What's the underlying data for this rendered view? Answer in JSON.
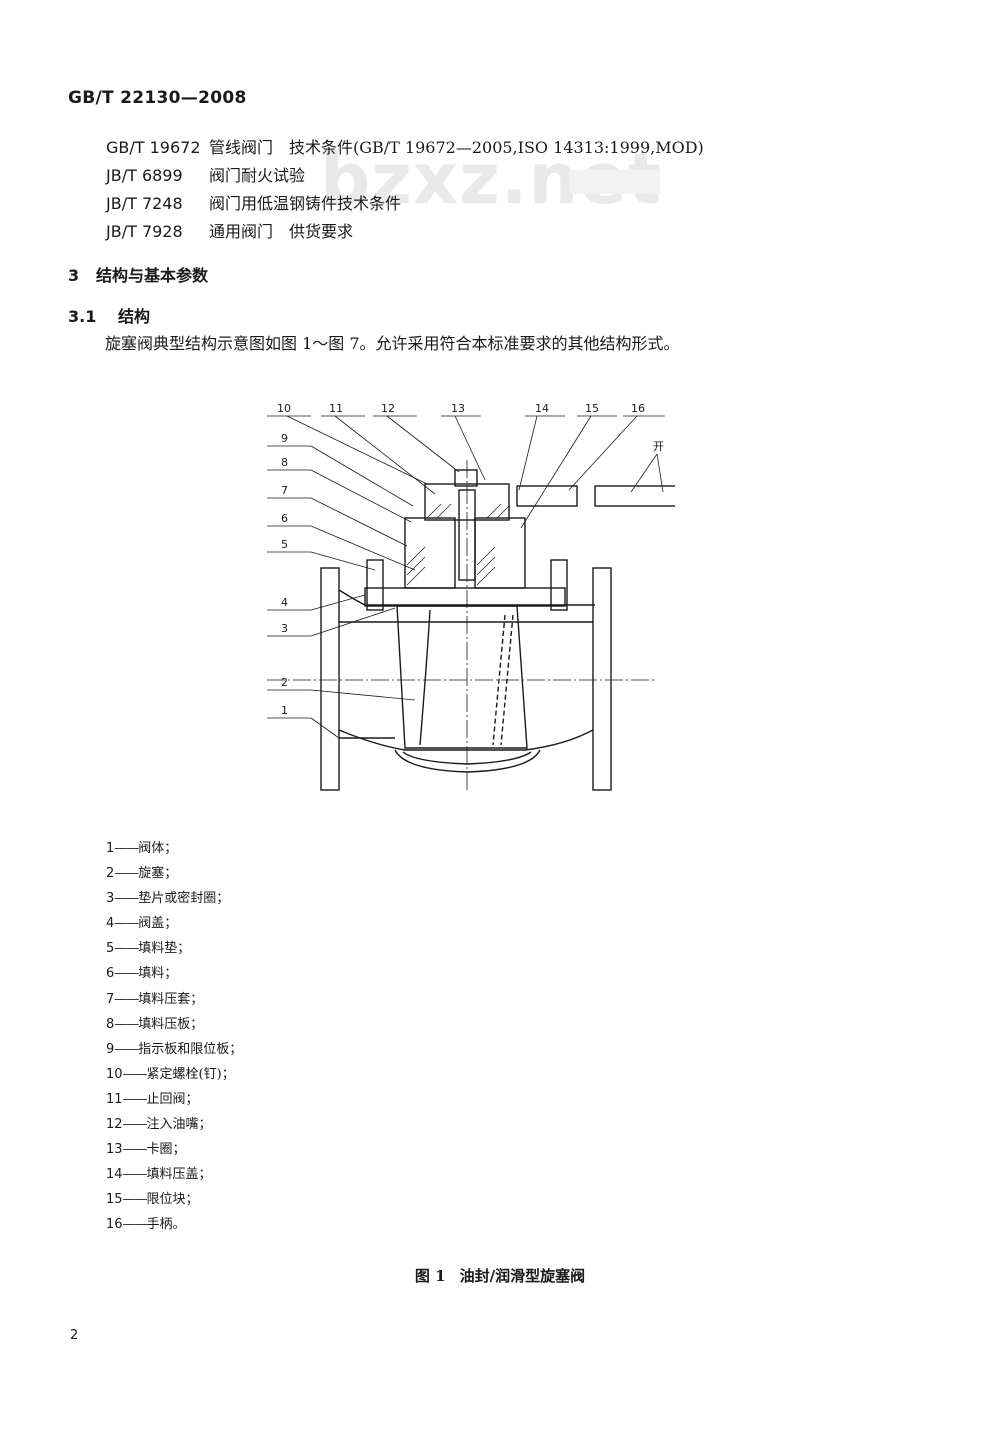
{
  "header": {
    "standard_code": "GB/T 22130—2008"
  },
  "watermark": "bzxz.net",
  "references": [
    {
      "code": "GB/T 19672",
      "title": "管线阀门　技术条件(GB/T 19672—2005,ISO 14313:1999,MOD)"
    },
    {
      "code": "JB/T 6899",
      "title": "阀门耐火试验"
    },
    {
      "code": "JB/T 7248",
      "title": "阀门用低温钢铸件技术条件"
    },
    {
      "code": "JB/T 7928",
      "title": "通用阀门　供货要求"
    }
  ],
  "section3": {
    "number": "3",
    "title": "结构与基本参数"
  },
  "section3_1": {
    "number": "3.1",
    "title": "结构"
  },
  "paragraph": "旋塞阀典型结构示意图如图 1～图 7。允许采用符合本标准要求的其他结构形式。",
  "figure": {
    "callouts_top": [
      "10",
      "11",
      "12",
      "13",
      "14",
      "15",
      "16"
    ],
    "callouts_left": [
      "9",
      "8",
      "7",
      "6",
      "5",
      "4",
      "3",
      "2",
      "1"
    ],
    "open_label": "开"
  },
  "legend": [
    {
      "num": "1",
      "text": "阀体；"
    },
    {
      "num": "2",
      "text": "旋塞；"
    },
    {
      "num": "3",
      "text": "垫片或密封圈；"
    },
    {
      "num": "4",
      "text": "阀盖；"
    },
    {
      "num": "5",
      "text": "填料垫；"
    },
    {
      "num": "6",
      "text": "填料；"
    },
    {
      "num": "7",
      "text": "填料压套；"
    },
    {
      "num": "8",
      "text": "填料压板；"
    },
    {
      "num": "9",
      "text": "指示板和限位板；"
    },
    {
      "num": "10",
      "text": "紧定螺栓(钉)；"
    },
    {
      "num": "11",
      "text": "止回阀；"
    },
    {
      "num": "12",
      "text": "注入油嘴；"
    },
    {
      "num": "13",
      "text": "卡圈；"
    },
    {
      "num": "14",
      "text": "填料压盖；"
    },
    {
      "num": "15",
      "text": "限位块；"
    },
    {
      "num": "16",
      "text": "手柄。"
    }
  ],
  "caption": {
    "number": "图 1",
    "title": "油封/润滑型旋塞阀"
  },
  "page_number": "2"
}
